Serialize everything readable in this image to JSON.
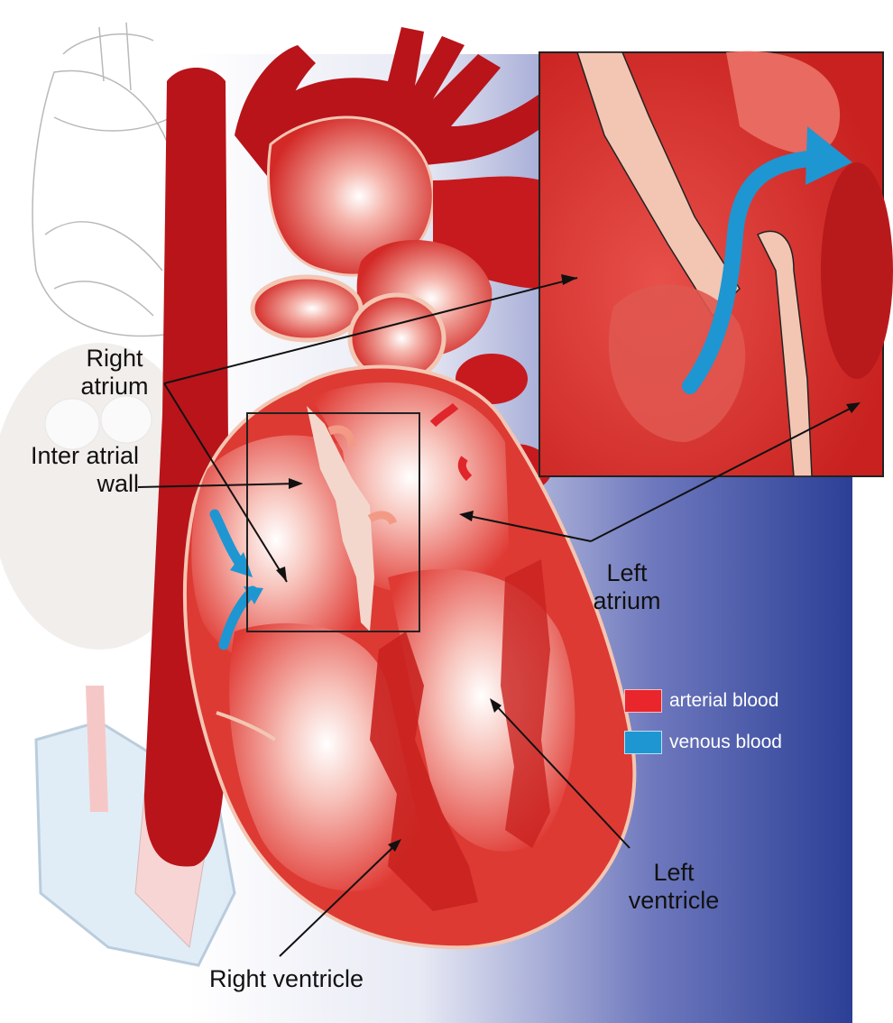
{
  "labels": {
    "right_atrium": [
      "Right",
      "atrium"
    ],
    "inter_atrial_wall": [
      "Inter atrial",
      "wall"
    ],
    "left_atrium": [
      "Left",
      "atrium"
    ],
    "left_ventricle": [
      "Left",
      "ventricle"
    ],
    "right_ventricle": "Right ventricle"
  },
  "legend": [
    {
      "label": "arterial blood",
      "color": "#e8262c"
    },
    {
      "label": "venous blood",
      "color": "#1e96d2"
    }
  ],
  "colors": {
    "background_blue": "#2b3f96",
    "heart_red": "#c0161c",
    "heart_light": "#f6c0b8",
    "wall_pink": "#f3c6b3",
    "vein_dark": "#a50f14"
  }
}
